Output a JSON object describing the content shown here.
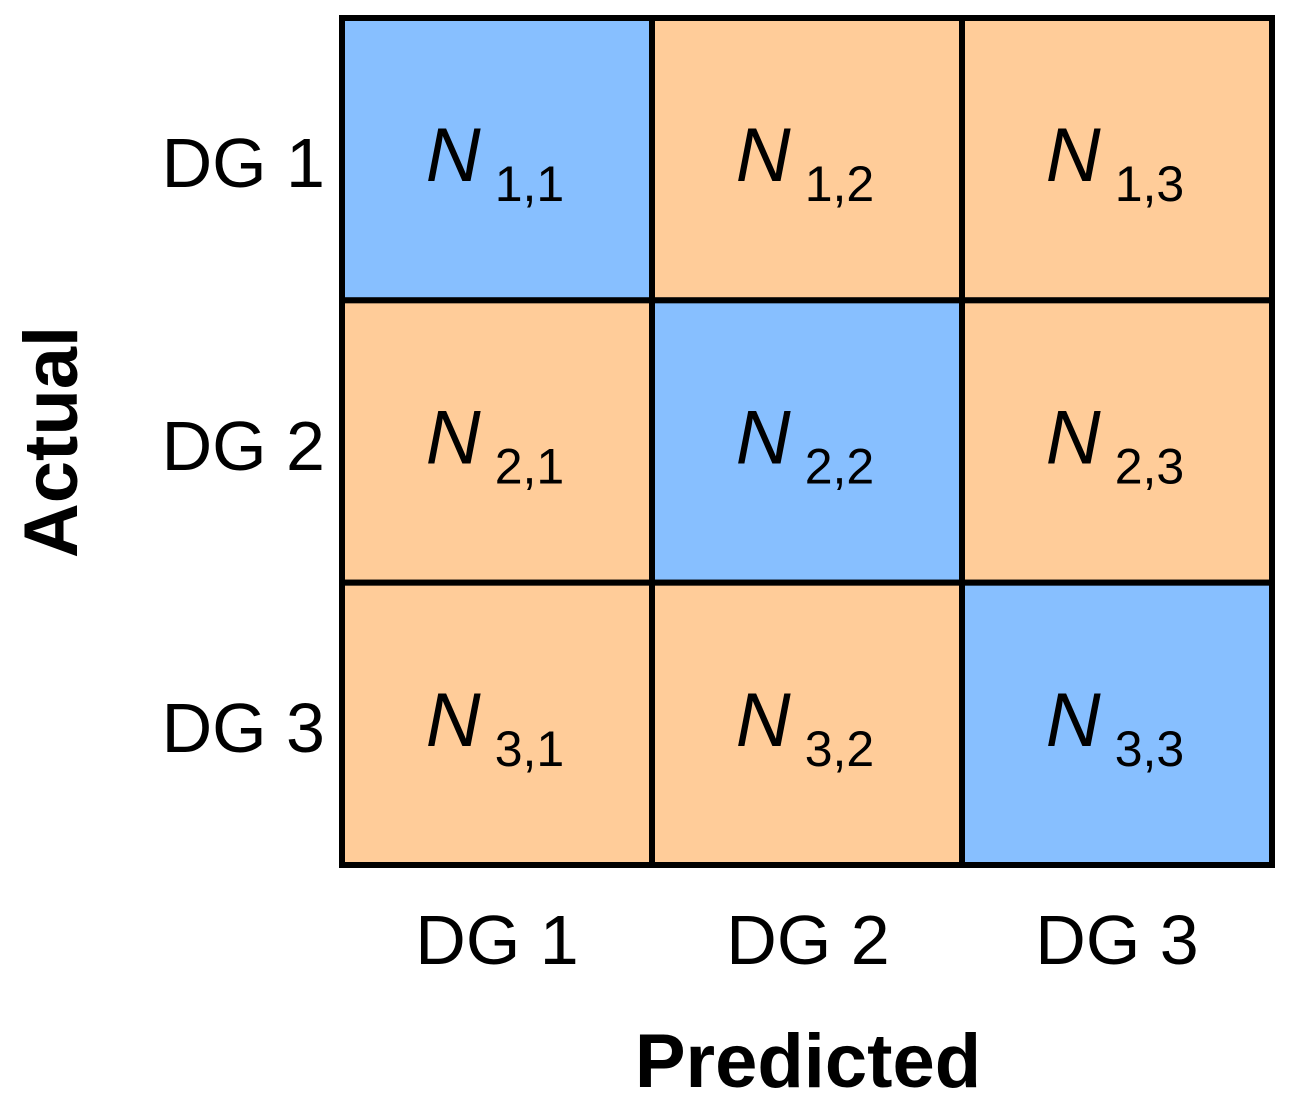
{
  "matrix": {
    "colors": {
      "diagonal": "#87BFFF",
      "off_diagonal": "#FFCC99",
      "border": "#000000"
    },
    "cells": [
      [
        {
          "symbol": "N",
          "subscript": "1,1",
          "diagonal": true
        },
        {
          "symbol": "N",
          "subscript": "1,2",
          "diagonal": false
        },
        {
          "symbol": "N",
          "subscript": "1,3",
          "diagonal": false
        }
      ],
      [
        {
          "symbol": "N",
          "subscript": "2,1",
          "diagonal": false
        },
        {
          "symbol": "N",
          "subscript": "2,2",
          "diagonal": true
        },
        {
          "symbol": "N",
          "subscript": "2,3",
          "diagonal": false
        }
      ],
      [
        {
          "symbol": "N",
          "subscript": "3,1",
          "diagonal": false
        },
        {
          "symbol": "N",
          "subscript": "3,2",
          "diagonal": false
        },
        {
          "symbol": "N",
          "subscript": "3,3",
          "diagonal": true
        }
      ]
    ],
    "row_labels": [
      "DG 1",
      "DG 2",
      "DG 3"
    ],
    "col_labels": [
      "DG 1",
      "DG 2",
      "DG 3"
    ],
    "y_axis_title": "Actual",
    "x_axis_title": "Predicted"
  }
}
